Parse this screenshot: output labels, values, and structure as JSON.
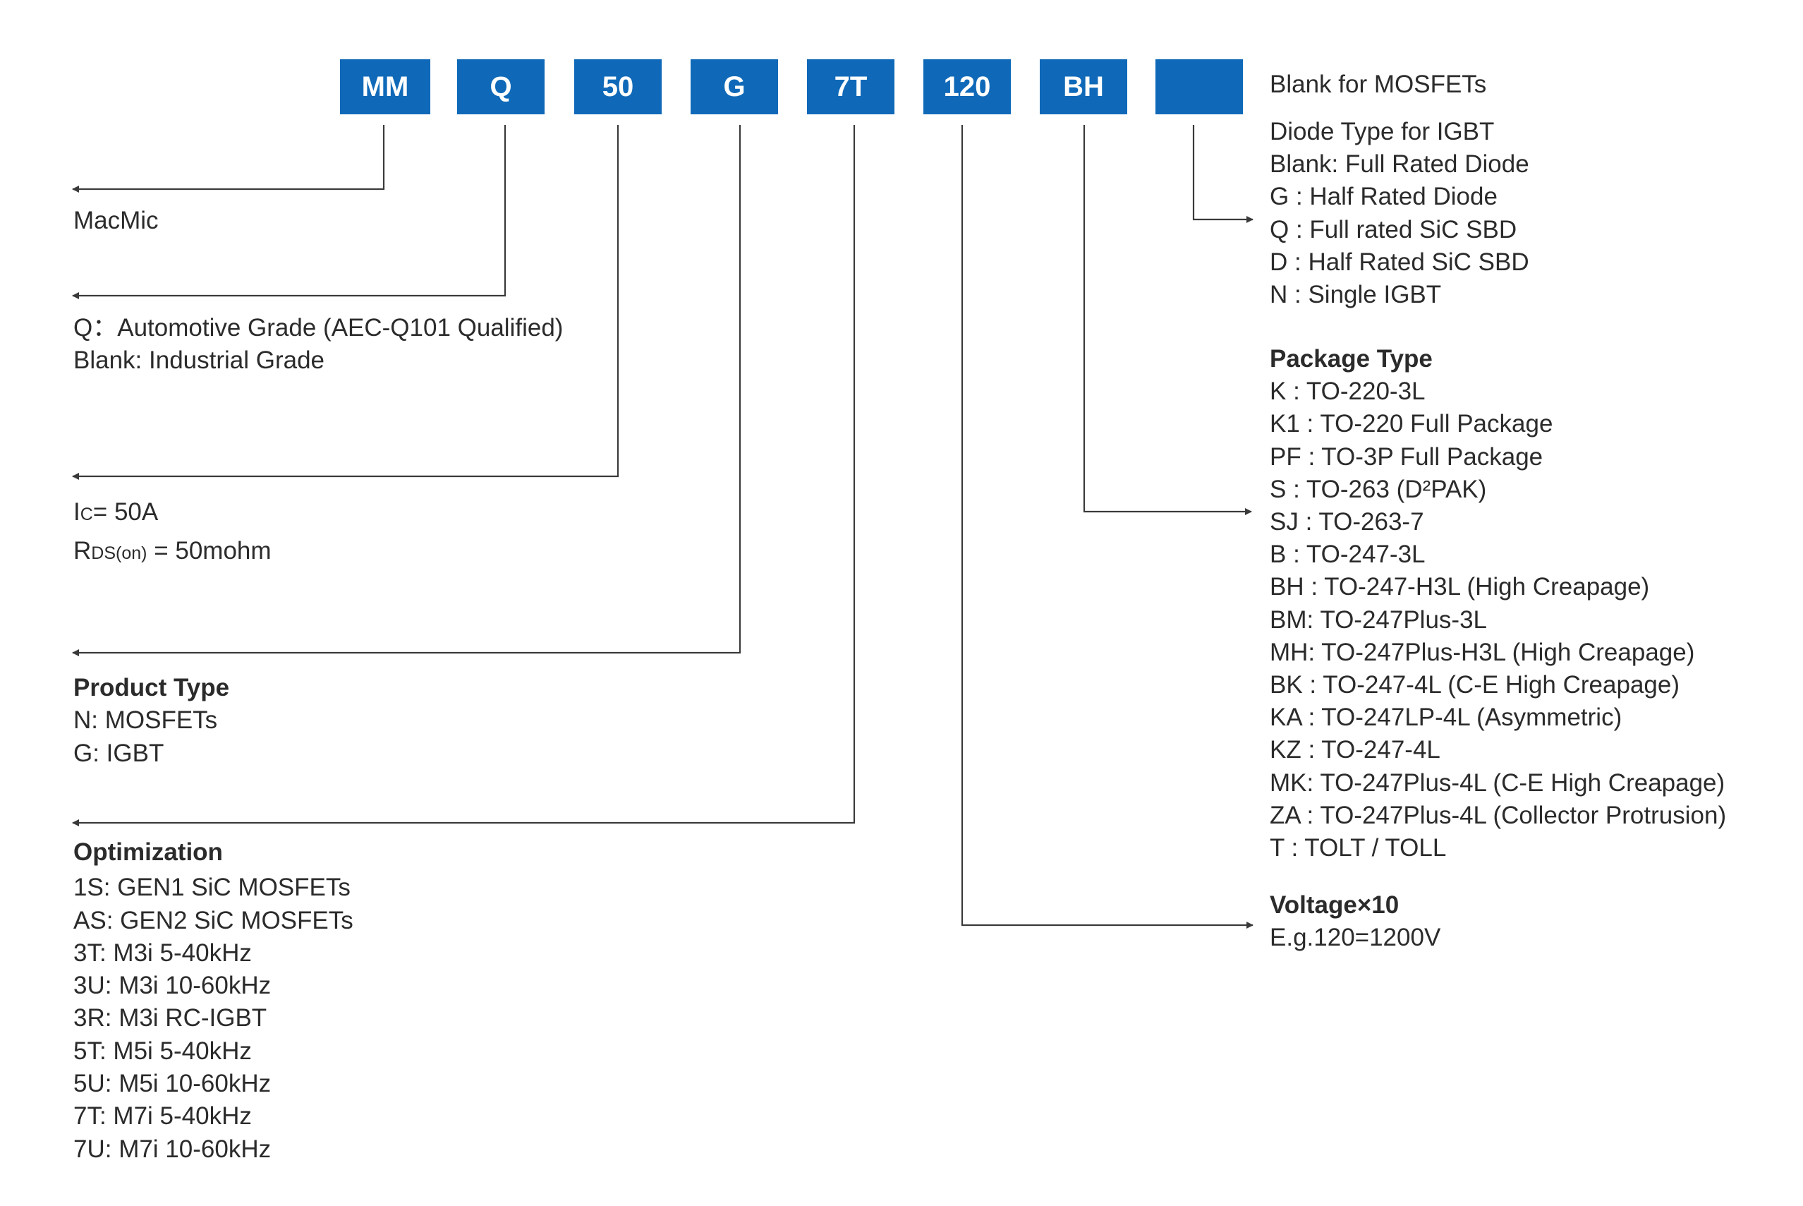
{
  "boxes": [
    "MM",
    "Q",
    "50",
    "G",
    "7T",
    "120",
    "BH",
    ""
  ],
  "colors": {
    "box": "#0f69b8",
    "text": "#2b2b2b",
    "line": "#3a3a3a"
  },
  "left": {
    "macmic": [
      "MacMic"
    ],
    "grade": [
      "Q：Automotive Grade (AEC-Q101 Qualified)",
      "Blank: Industrial Grade"
    ],
    "current": {
      "ic_main": "I",
      "ic_sub": "C",
      "ic_value": "= 50A",
      "rds_main": "R",
      "rds_sub": "DS(on)",
      "rds_value": " = 50mohm"
    },
    "product_type": {
      "title": "Product Type",
      "lines": [
        "N: MOSFETs",
        "G: IGBT"
      ]
    },
    "optimization": {
      "title": "Optimization",
      "lines": [
        "1S:  GEN1 SiC MOSFETs",
        "AS:  GEN2 SiC MOSFETs",
        "3T:  M3i 5-40kHz",
        "3U:  M3i 10-60kHz",
        "3R:  M3i RC-IGBT",
        "5T:  M5i 5-40kHz",
        "5U:  M5i 10-60kHz",
        "7T:  M7i 5-40kHz",
        "7U:  M7i 10-60kHz"
      ]
    }
  },
  "right": {
    "blank_mosfet": "Blank for MOSFETs",
    "diode": [
      "Diode Type for IGBT",
      "Blank: Full Rated Diode",
      "G :  Half Rated Diode",
      "Q :  Full rated SiC SBD",
      "D :  Half Rated SiC SBD",
      "N :  Single IGBT"
    ],
    "package": {
      "title": "Package Type",
      "lines": [
        "K    :  TO-220-3L",
        "K1 :  TO-220 Full Package",
        "PF :  TO-3P Full Package",
        "S    :  TO-263 (D²PAK)",
        "SJ :   TO-263-7",
        "B    :   TO-247-3L",
        "BH :  TO-247-H3L (High Creapage)",
        "BM:  TO-247Plus-3L",
        "MH:  TO-247Plus-H3L (High Creapage)",
        "BK :  TO-247-4L (C-E High Creapage)",
        "KA :  TO-247LP-4L (Asymmetric)",
        "KZ :  TO-247-4L",
        "MK:  TO-247Plus-4L (C-E High Creapage)",
        "ZA :  TO-247Plus-4L (Collector Protrusion)",
        "T     :   TOLT / TOLL"
      ]
    },
    "voltage": {
      "title": "Voltage×10",
      "lines": [
        "E.g.120=1200V"
      ]
    }
  }
}
